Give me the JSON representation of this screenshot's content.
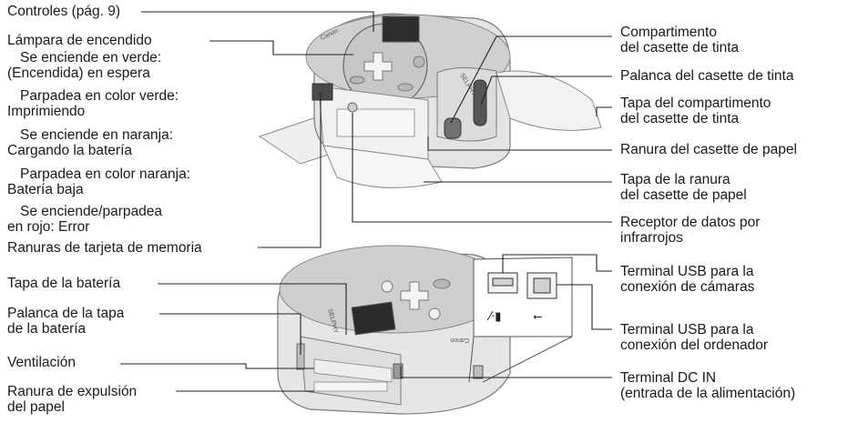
{
  "colors": {
    "body": "#d6d6d6",
    "body_dark": "#a9a9a9",
    "outline": "#7a7a7a",
    "leader": "#222222",
    "text": "#1a1a1a"
  },
  "left_labels": {
    "controles": "Controles (pág. 9)",
    "lampara": "Lámpara de encendido",
    "verde_fija_1": "Se enciende en verde:",
    "verde_fija_2": "(Encendida) en espera",
    "verde_parpadea_1": "Parpadea  en color verde:",
    "verde_parpadea_2": "Imprimiendo",
    "naranja_fija_1": "Se enciende en naranja:",
    "naranja_fija_2": "Cargando la batería",
    "naranja_parpadea_1": "Parpadea en color naranja:",
    "naranja_parpadea_2": "Batería baja",
    "rojo_1": "Se enciende/parpadea",
    "rojo_2": "en rojo: Error",
    "ranuras_memoria": "Ranuras de tarjeta de memoria",
    "tapa_bateria": "Tapa de la batería",
    "palanca_tapa_1": "Palanca de la tapa",
    "palanca_tapa_2": "de la batería",
    "ventilacion": "Ventilación",
    "expulsion_1": "Ranura de expulsión",
    "expulsion_2": "del papel"
  },
  "right_labels": {
    "compartimento_1": "Compartimento",
    "compartimento_2": "del casette de tinta",
    "palanca_tinta": "Palanca del casette de tinta",
    "tapa_comp_1": "Tapa del compartimento",
    "tapa_comp_2": "del casette de tinta",
    "ranura_papel": "Ranura del casette de papel",
    "tapa_ranura_1": "Tapa de la ranura",
    "tapa_ranura_2": "del casette de papel",
    "receptor_1": "Receptor de datos por",
    "receptor_2": "infrarrojos",
    "usb_cam_1": "Terminal USB para la",
    "usb_cam_2": "conexión de cámaras",
    "usb_pc_1": "Terminal USB para la",
    "usb_pc_2": "conexión del ordenador",
    "dc_1": "Terminal DC IN",
    "dc_2": "(entrada de la alimentación)"
  },
  "printer_text": {
    "brand": "Canon",
    "model": "SELPHY"
  }
}
